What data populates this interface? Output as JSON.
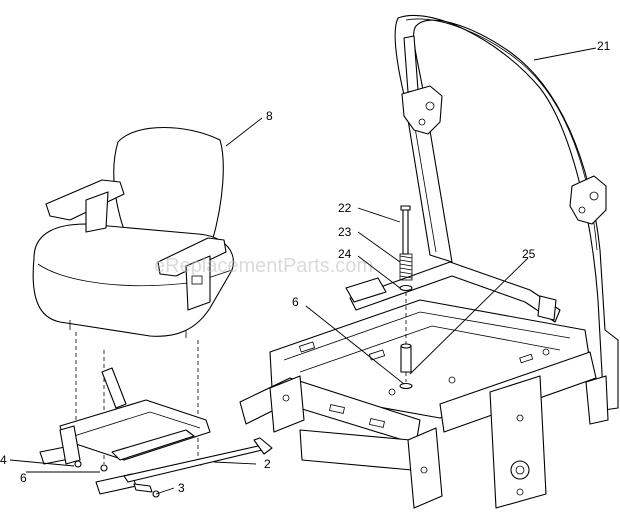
{
  "watermark": "eReplacementParts.com",
  "callouts": [
    {
      "id": "c21",
      "text": "21"
    },
    {
      "id": "c8",
      "text": "8"
    },
    {
      "id": "c22",
      "text": "22"
    },
    {
      "id": "c23",
      "text": "23"
    },
    {
      "id": "c24",
      "text": "24"
    },
    {
      "id": "c25",
      "text": "25"
    },
    {
      "id": "c6a",
      "text": "6"
    },
    {
      "id": "c2",
      "text": "2"
    },
    {
      "id": "c4",
      "text": "4"
    },
    {
      "id": "c6b",
      "text": "6"
    },
    {
      "id": "c3",
      "text": "3"
    }
  ]
}
